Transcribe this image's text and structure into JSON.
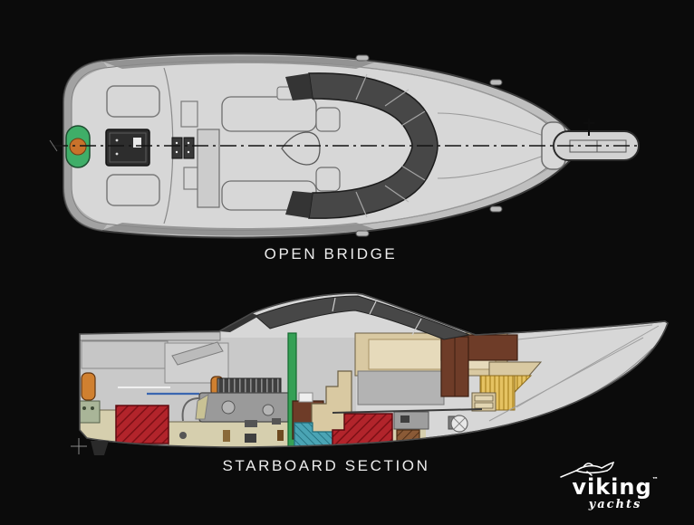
{
  "figures": {
    "top": {
      "caption": "OPEN BRIDGE"
    },
    "bottom": {
      "caption": "STARBOARD SECTION"
    }
  },
  "logo": {
    "brand": "viking",
    "tm": "™",
    "sub": "yachts"
  },
  "colors": {
    "bg": "#0b0b0b",
    "text": "#ececec",
    "hull-light": "#d7d7d7",
    "hull-mid": "#bfbfbf",
    "hull-dark": "#8b8b8b",
    "outline": "#3b3b3b",
    "line": "#7a7a7a",
    "glass": "#474747",
    "glass-dark": "#343434",
    "green": "#3fae68",
    "green-strip": "#35a055",
    "orange": "#c8722b",
    "machine-orange": "#d08030",
    "red": "#b2242b",
    "red-dark": "#7c1016",
    "tan": "#d9c9a2",
    "tan-light": "#e6dabb",
    "brown": "#6e3c28",
    "brown-dark": "#3c1f12",
    "teal": "#4aa4b4",
    "teal-dark": "#1f6b7a",
    "yellow": "#e5c262",
    "yellow-dark": "#b8922f",
    "wood": "#8a5a36",
    "wood-dark": "#52321a",
    "bilge": "#d6cfae",
    "machine": "#9a9a9a",
    "machine-dark": "#4a4a4a"
  }
}
